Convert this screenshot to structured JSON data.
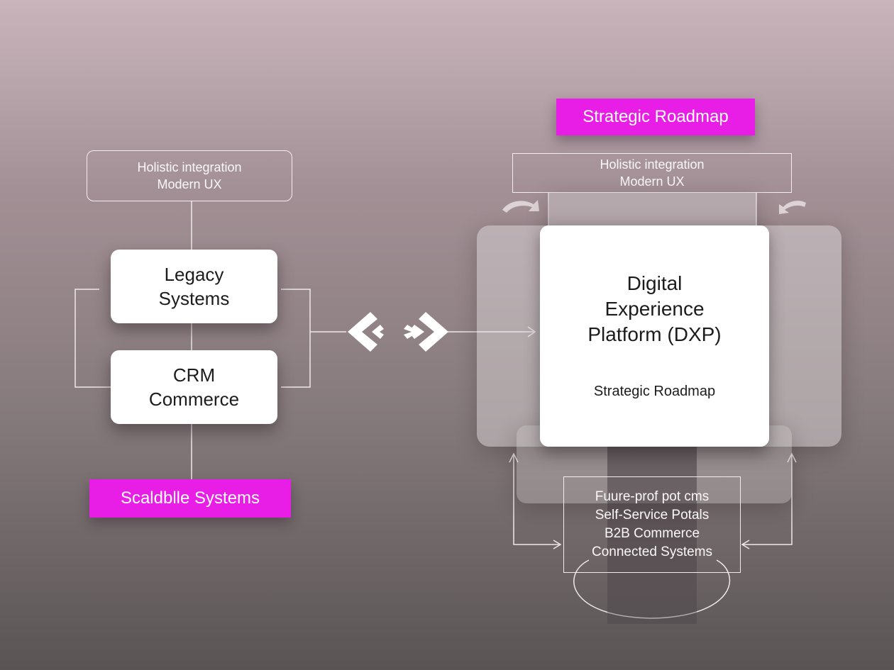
{
  "left": {
    "top_box": {
      "line1": "Holistic integration",
      "line2": "Modern UX"
    },
    "card_legacy": {
      "line1": "Legacy",
      "line2": "Systems"
    },
    "card_crm": {
      "line1": "CRM",
      "line2": "Commerce"
    },
    "tag": {
      "label": "Scaldblle Systems",
      "color": "#e81ee6"
    }
  },
  "right": {
    "tag": {
      "label": "Strategic Roadmap",
      "color": "#e81ee6"
    },
    "top_box": {
      "line1": "Holistic integration",
      "line2": "Modern UX"
    },
    "main_card": {
      "line1": "Digital",
      "line2": "Experience",
      "line3": "Platform (DXP)",
      "subtitle": "Strategic Roadmap"
    },
    "bottom_box": {
      "items": [
        "Fuure-prof pot cms",
        "Self-Service Potals",
        "B2B Commerce",
        "Connected Systems"
      ]
    }
  },
  "connector_icons": [
    "chevron-double-left-icon",
    "chevron-double-right-icon"
  ]
}
